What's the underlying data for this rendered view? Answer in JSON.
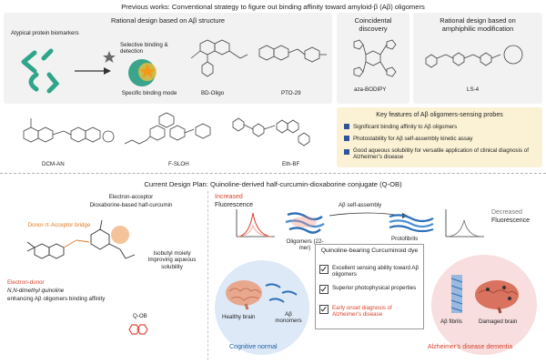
{
  "top": {
    "title": "Previous works: Conventional strategy to figure out binding affinity toward amyloid-β (Aβ) oligomers",
    "rational_title": "Rational design based on Aβ structure",
    "biomarker_label": "Atypical protein biomarkers",
    "selective_label": "Selective binding & detection",
    "specific_mode": "Specific binding mode",
    "compounds": {
      "bd_oligo": "BD-Oligo",
      "pto29": "PTO-29",
      "dcm_an": "DCM-AN",
      "f_sloh": "F-SLOH",
      "eth_bf": "Eth-BF",
      "aza_bodipy": "aza-BODIPY",
      "ls4": "LS-4"
    },
    "coincidental_title": "Coincidental discovery",
    "amphiphilic_title": "Rational design based on amphiphilic modification",
    "features": {
      "title": "Key features of Aβ oligomers-sensing probes",
      "items": [
        "Significant binding affinity to Aβ oligomers",
        "Photostability for Aβ self-assembly kinetic assay",
        "Good aqueous solubility for versatile application of clinical diagnosis of Alzheimer’s disease"
      ]
    }
  },
  "bottom": {
    "title": "Current Design Plan: Quinoline-derived half-curcumin-dioxaborine conjugate (Q-OB)",
    "acceptor_label": "Electron-acceptor",
    "acceptor_desc": "Dioxaborine-based half-curcumin",
    "bridge_label": "Donor-π-Acceptor bridge",
    "isobutyl_desc": "Isobutyl moiety Improving aqueous solubility",
    "donor_label": "Electron-donor",
    "donor_desc_1": "N,N-dimethyl quinoline",
    "donor_desc_2": "enhancing Aβ oligomers binding affinity",
    "qob_label": "Q-OB",
    "increased": "Increased",
    "fluorescence_1": "Fluorescence",
    "decreased": "Decreased",
    "fluorescence_2": "Fluorescence",
    "self_assembly": "Aβ self-assembly",
    "oligomers": "Oligomers (22-mer)",
    "protofibrils": "Protofibrils",
    "quinoline_title": "Quinoline-bearing Curcuminoid dye",
    "checks": [
      "Excellent sensing ability toward Aβ oligomers",
      "Superior photophysical properties",
      "Early onset diagnosis of Alzheimer’s disease"
    ],
    "healthy_brain": "Healthy brain",
    "ab_monomers": "Aβ monomers",
    "ab_fibrils": "Aβ fibrils",
    "damaged_brain": "Damaged brain",
    "cognitive_normal": "Cognitive normal",
    "ad_dementia": "Alzheimer’s disease dementia"
  },
  "colors": {
    "blue_label": "#1f5fa8",
    "red_label": "#d8432e",
    "orange_label": "#e07a25",
    "feature_bg": "#fbf2d5",
    "green_bio": "#2fa58a"
  }
}
